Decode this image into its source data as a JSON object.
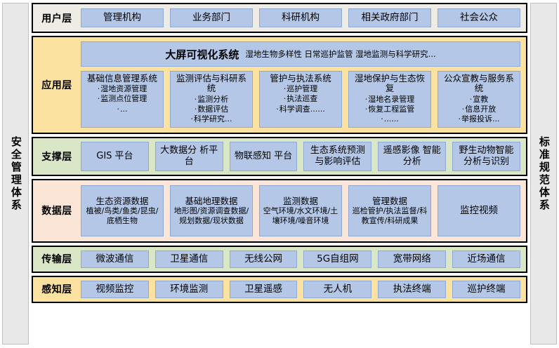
{
  "side_panels": {
    "left": "安全管理体系",
    "right": "标准规范体系"
  },
  "colors": {
    "chip": "#b4c7e7",
    "user_band": "#eeece4",
    "app_band": "#fbe2a0",
    "support_band": "#d9e7c6",
    "data_band": "#fbe5d6",
    "trans_band": "#d9e7c6",
    "sense_band": "#fbe2a0",
    "border": "#000000"
  },
  "layers": {
    "user": {
      "label": "用户层",
      "items": [
        "管理机构",
        "业务部门",
        "科研机构",
        "相关政府部门",
        "社会公众"
      ]
    },
    "application": {
      "label": "应用层",
      "banner": {
        "main": "大屏可视化系统",
        "sub": "湿地生物多样性  日常巡护监管  湿地监测与科学研究..."
      },
      "cards": [
        {
          "title": "基础信息管理系统",
          "bullets": [
            "湿地资源管理",
            "监测点位管理",
            "..."
          ]
        },
        {
          "title": "监测评估与科研系统",
          "bullets": [
            "监测分析",
            "数据评估",
            "科学研究..."
          ]
        },
        {
          "title": "管护与执法系统",
          "bullets": [
            "巡护管理",
            "执法巡查",
            "科学调查......"
          ]
        },
        {
          "title": "湿地保护与生态恢复",
          "bullets": [
            "湿地名录管理",
            "恢复工程监管",
            "......"
          ]
        },
        {
          "title": "公众宣教与服务系统",
          "bullets": [
            "宣教",
            "信息开放",
            "举报投诉..."
          ]
        }
      ]
    },
    "support": {
      "label": "支撑层",
      "items": [
        "GIS\n平台",
        "大数据分\n析平台",
        "物联感知\n平台",
        "生态系统预测\n与影响评估",
        "遥感影像\n智能分析",
        "野生动物智能\n分析与识别"
      ]
    },
    "data": {
      "label": "数据层",
      "cards": [
        {
          "title": "生态资源数据",
          "sub": "植被/鸟类/鱼类/昆虫/底栖生物"
        },
        {
          "title": "基础地理数据",
          "sub": "地形图/资源调查数据/规划数据/现状数据"
        },
        {
          "title": "监测数据",
          "sub": "空气环境/水文环境/土壤环境/噪音环境"
        },
        {
          "title": "管理数据",
          "sub": "巡检管护/执法监督/科教宣传/科研成果"
        },
        {
          "title": "监控视频",
          "sub": ""
        }
      ]
    },
    "transmission": {
      "label": "传输层",
      "items": [
        "微波通信",
        "卫星通信",
        "无线公网",
        "5G自组网",
        "宽带网络",
        "近场通信"
      ]
    },
    "sensing": {
      "label": "感知层",
      "items": [
        "视频监控",
        "环境监测",
        "卫星遥感",
        "无人机",
        "执法终端",
        "巡护终端"
      ]
    }
  }
}
